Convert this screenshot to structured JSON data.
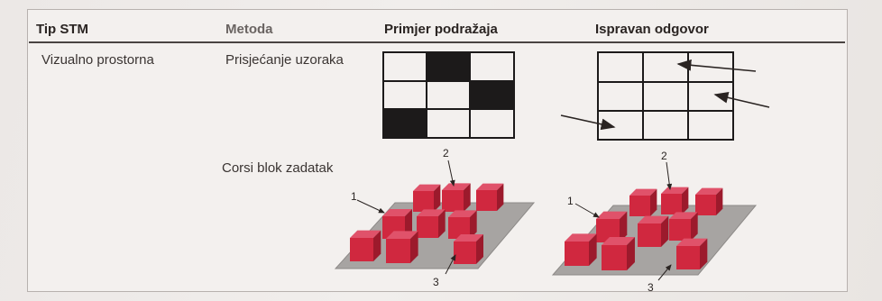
{
  "table": {
    "headers": {
      "col1": "Tip STM",
      "col2": "Metoda",
      "col3": "Primjer podražaja",
      "col4": "Ispravan odgovor"
    },
    "rows": [
      {
        "type": "Vizualno prostorna",
        "method": "Prisjećanje uzoraka"
      },
      {
        "type": "",
        "method": "Corsi blok zadatak"
      }
    ]
  },
  "figure_labels": {
    "label_1": "1",
    "label_2": "2",
    "label_3": "3"
  },
  "colors": {
    "cube_red": "#d0283f",
    "grid_black": "#1c1a1a",
    "board_gray": "#a7a4a2"
  },
  "pattern_stimulus": {
    "rows": 3,
    "cols": 3,
    "filled": [
      [
        0,
        1
      ],
      [
        1,
        2
      ],
      [
        2,
        0
      ]
    ]
  }
}
